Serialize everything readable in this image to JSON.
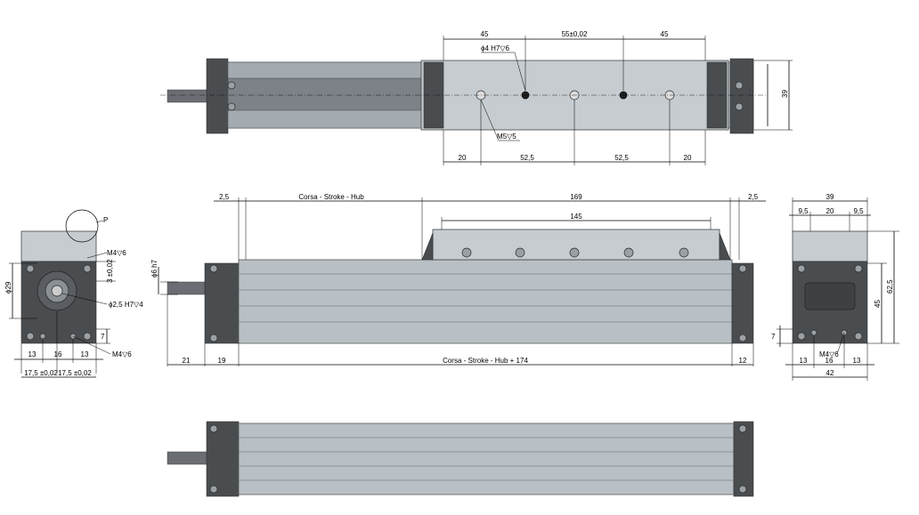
{
  "drawing": {
    "top_view": {
      "dims_top": [
        "45",
        "55±0,02",
        "45"
      ],
      "dims_bottom": [
        "20",
        "52,5",
        "52,5",
        "20"
      ],
      "hole_upper_label": "ϕ4 H7▽6",
      "hole_lower_label": "M5▽5",
      "height_dim": "39"
    },
    "front_view": {
      "dim_left_gap": "2,5",
      "dim_stroke": "Corsa - Stroke - Hub",
      "dim_carriage_total": "169",
      "dim_right_gap": "2,5",
      "dim_carriage_inner": "145",
      "shaft_dim": "ϕ6 h7",
      "dims_bottom": [
        "21",
        "19",
        "Corsa - Stroke - Hub + 174",
        "12"
      ]
    },
    "left_view": {
      "label_p": "P",
      "label_m4_top": "M4▽6",
      "label_3": "3 ±0,02",
      "label_phi29": "ϕ29",
      "label_phi25": "ϕ2,5 H7▽4",
      "label_7": "7",
      "label_m4_bottom": "M4▽6",
      "dims_bottom": [
        "13",
        "16",
        "13"
      ],
      "dims_bottom2": [
        "17,5 ±0,02",
        "17,5 ±0,02"
      ]
    },
    "right_view": {
      "dim_width": "39",
      "dims_top": [
        "9,5",
        "20",
        "9,5"
      ],
      "dim_625": "62,5",
      "dim_45": "45",
      "dim_7": "7",
      "label_m4": "M4▽6",
      "dims_bottom": [
        "13",
        "16",
        "13"
      ],
      "dim_42": "42"
    }
  }
}
